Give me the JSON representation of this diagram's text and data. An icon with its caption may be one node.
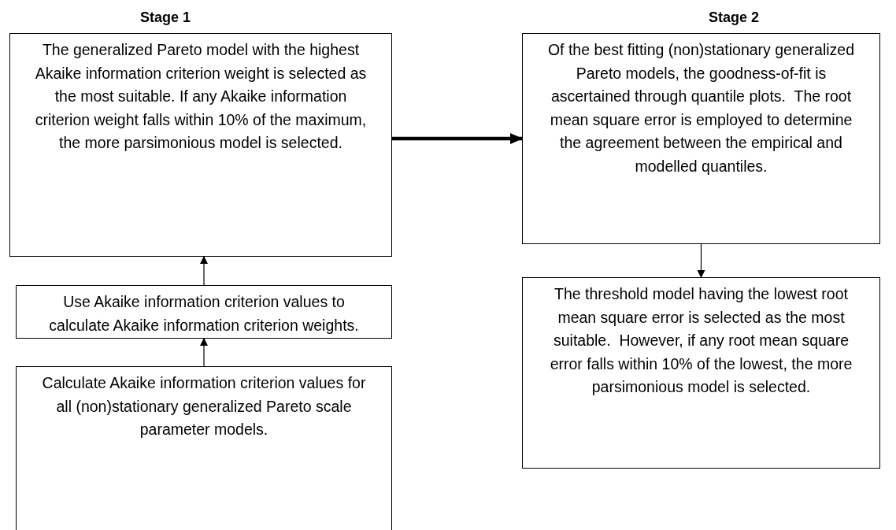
{
  "diagram": {
    "nodes": [
      {
        "text": [
          "The generalized Pareto model with the highest Akaike information criterion weight is selected as the most suitable. If any Akaike information criterion weight falls within 10% of the maximum, the more parsimonious model is selected."
        ]
      },
      {
        "text": [
          "Use Akaike information criterion values to calculate Akaike information criterion weights."
        ]
      },
      {
        "text": [
          "Calculate Akaike information criterion values for all (non)stationary generalized Pareto scale parameter models."
        ]
      },
      {
        "text": [
          "Of the best fitting (non)stationary generalized Pareto models, the goodness-of-fit is ascertained through quantile plots.  The root mean square error is employed to determine the agreement between the empirical and modelled quantiles."
        ]
      },
      {
        "text": [
          "The threshold model having the lowest root mean square error is selected as the most suitable.  However, if any root mean square error falls within 10% of the lowest, the more parsimonious model is selected."
        ]
      }
    ],
    "edges": [
      {
        "from": 2,
        "to": 1,
        "arrow": "to"
      },
      {
        "from": 1,
        "to": 0,
        "arrow": "to"
      },
      {
        "from": 0,
        "to": 3,
        "arrow": "to",
        "style": "thick"
      },
      {
        "from": 3,
        "to": 4,
        "arrow": "to"
      }
    ],
    "labels": [
      "Stage 1",
      "Stage 2"
    ]
  }
}
